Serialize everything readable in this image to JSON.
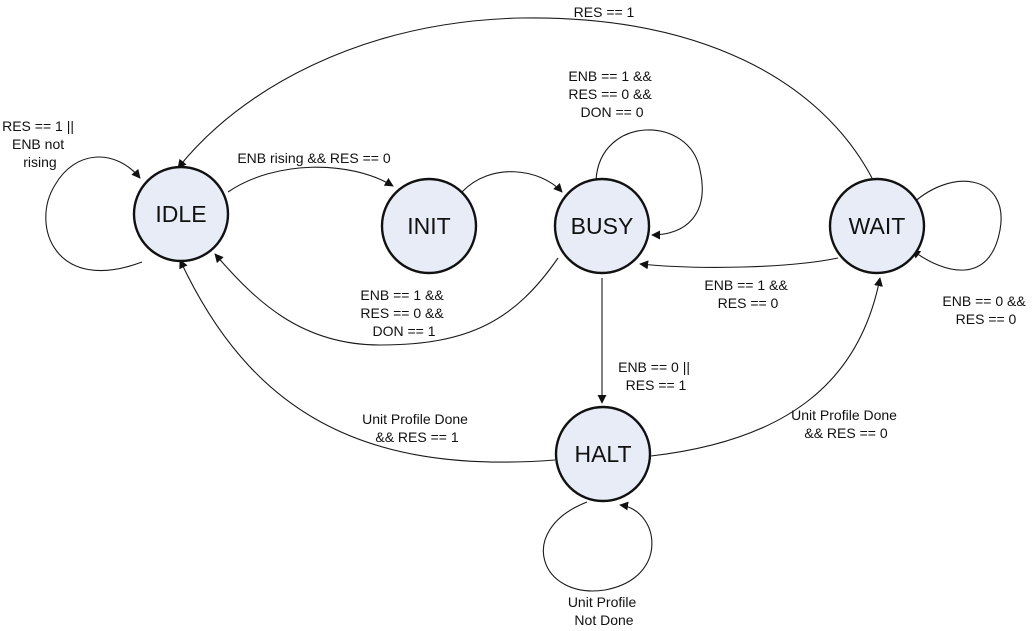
{
  "states": {
    "idle": "IDLE",
    "init": "INIT",
    "busy": "BUSY",
    "wait": "WAIT",
    "halt": "HALT"
  },
  "transitions": {
    "wait_to_idle": [
      "RES == 1"
    ],
    "idle_self": [
      "RES == 1 ||",
      "ENB not",
      "rising"
    ],
    "idle_to_init": [
      "ENB rising && RES == 0"
    ],
    "busy_self": [
      "ENB == 1 &&",
      "RES == 0 &&",
      "DON == 0"
    ],
    "busy_to_idle": [
      "ENB == 1 &&",
      "RES == 0 &&",
      "DON == 1"
    ],
    "wait_to_busy": [
      "ENB == 1 &&",
      "RES == 0"
    ],
    "wait_self": [
      "ENB == 0 &&",
      "RES == 0"
    ],
    "busy_to_halt": [
      "ENB == 0 ||",
      "RES == 1"
    ],
    "halt_to_idle": [
      "Unit Profile Done",
      "&& RES == 1"
    ],
    "halt_to_wait": [
      "Unit Profile Done",
      "&& RES == 0"
    ],
    "halt_self": [
      "Unit Profile",
      "Not Done"
    ]
  },
  "colors": {
    "state_fill": "#e8ecf6",
    "stroke": "#111111"
  }
}
